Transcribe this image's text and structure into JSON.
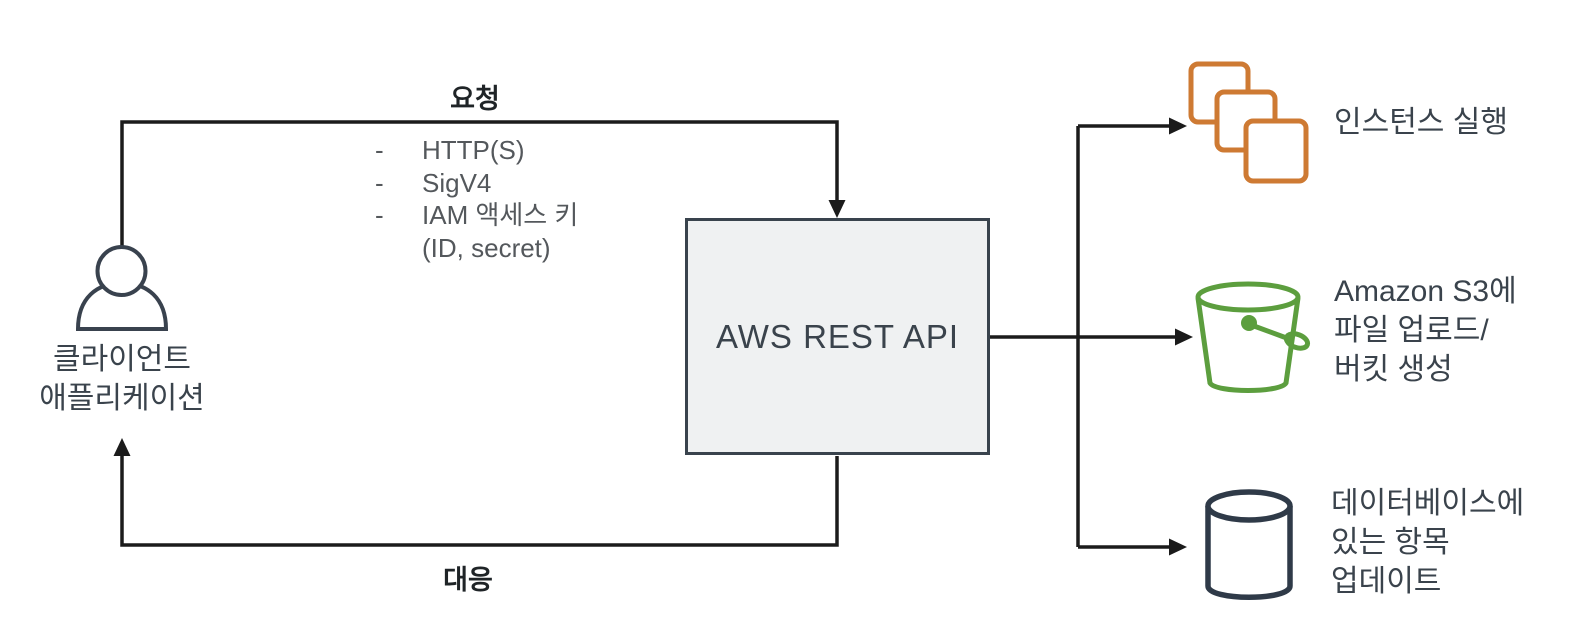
{
  "colors": {
    "line": "#1b1b1b",
    "label": "#3a434c",
    "detail_text": "#54585c",
    "bold_label": "#1f2427",
    "box_fill": "#eff1f2",
    "box_border": "#39434d",
    "person": "#39424e",
    "ec2": "#ce7a33",
    "s3": "#5c9e3e",
    "db": "#2f3a48"
  },
  "client": {
    "icon": "person-icon",
    "label_lines": [
      "클라이언트",
      "애플리케이션"
    ]
  },
  "request": {
    "label": "요청",
    "details": [
      {
        "bullet": "-",
        "text": "HTTP(S)"
      },
      {
        "bullet": "-",
        "text": "SigV4"
      },
      {
        "bullet": "-",
        "text": "IAM 액세스 키"
      },
      {
        "bullet": "",
        "text": "(ID, secret)"
      }
    ]
  },
  "response": {
    "label": "대응"
  },
  "api_box": {
    "label": "AWS REST API"
  },
  "services": {
    "ec2": {
      "icon": "ec2-instances-icon",
      "label_lines": [
        "인스턴스 실행"
      ]
    },
    "s3": {
      "icon": "s3-bucket-icon",
      "label_lines": [
        "Amazon S3에",
        "파일 업로드/",
        "버킷 생성"
      ]
    },
    "db": {
      "icon": "database-icon",
      "label_lines": [
        "데이터베이스에",
        "있는 항목",
        "업데이트"
      ]
    }
  }
}
